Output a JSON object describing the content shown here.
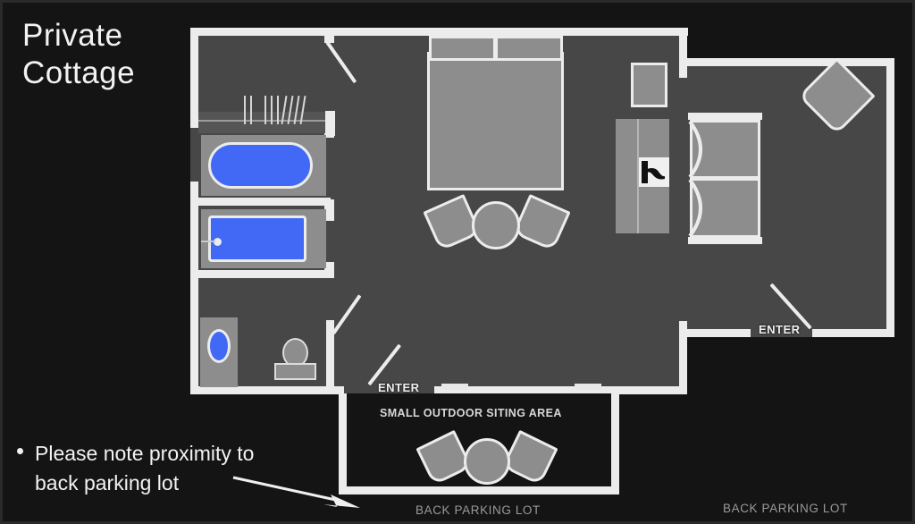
{
  "slide": {
    "title": "Private\nCottage",
    "background_color": "#141414",
    "floor_color": "#474747",
    "wall_color": "#ececed",
    "furniture_color": "#8d8d8d",
    "water_color": "#4169f5"
  },
  "note": {
    "text": "Please note proximity to\nback parking lot",
    "bullet": "•",
    "arrow": "arrow-pointing-down-right"
  },
  "plan": {
    "labels": {
      "enter_main": "ENTER",
      "enter_right": "ENTER",
      "outdoor_area": "SMALL OUTDOOR SITING AREA",
      "back_parking_lot_left": "BACK PARKING LOT",
      "back_parking_lot_right": "BACK PARKING LOT"
    },
    "rooms": [
      {
        "name": "main-cottage-room",
        "label": ""
      },
      {
        "name": "bathroom",
        "label": ""
      },
      {
        "name": "right-room",
        "label": ""
      },
      {
        "name": "outdoor-siting-area",
        "label": "SMALL OUTDOOR SITING AREA"
      }
    ],
    "fixtures": [
      {
        "name": "bathtub",
        "type": "tub",
        "color": "#4169f5"
      },
      {
        "name": "shower",
        "type": "shower",
        "color": "#4169f5"
      },
      {
        "name": "sink",
        "type": "sink",
        "color": "#4169f5"
      },
      {
        "name": "toilet",
        "type": "toilet",
        "color": "#8d8d8d"
      },
      {
        "name": "closet-hanging-rod",
        "type": "closet",
        "color": "#8d8d8d"
      }
    ],
    "furniture": [
      {
        "name": "bed",
        "type": "king-bed",
        "pillows": 2
      },
      {
        "name": "round-table",
        "type": "table"
      },
      {
        "name": "armchair-left",
        "type": "armchair"
      },
      {
        "name": "armchair-right",
        "type": "armchair"
      },
      {
        "name": "dresser-tv",
        "type": "media-console"
      },
      {
        "name": "nightstand",
        "type": "nightstand"
      },
      {
        "name": "french-doors",
        "type": "double-door"
      },
      {
        "name": "diamond-ottoman",
        "type": "ottoman"
      },
      {
        "name": "outdoor-round-table",
        "type": "table"
      },
      {
        "name": "outdoor-chair-left",
        "type": "armchair"
      },
      {
        "name": "outdoor-chair-right",
        "type": "armchair"
      }
    ],
    "doors": [
      {
        "name": "bathroom-door-top",
        "swing": "45deg"
      },
      {
        "name": "hall-door-left",
        "swing": "-55deg"
      },
      {
        "name": "entry-door-main",
        "swing": "-50deg"
      },
      {
        "name": "entry-door-right",
        "swing": "45deg"
      }
    ]
  }
}
